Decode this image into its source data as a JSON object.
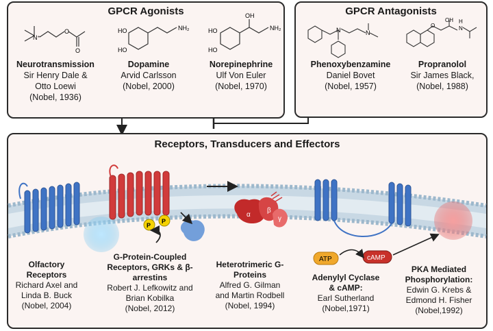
{
  "agonists": {
    "title": "GPCR Agonists",
    "items": [
      {
        "name": "Neurotransmission",
        "lines": [
          "Sir Henry Dale &",
          "Otto Loewi",
          "(Nobel, 1936)"
        ]
      },
      {
        "name": "Dopamine",
        "lines": [
          "Arvid Carlsson",
          "(Nobel, 2000)"
        ]
      },
      {
        "name": "Norepinephrine",
        "lines": [
          "Ulf Von Euler",
          "(Nobel, 1970)"
        ]
      }
    ],
    "chem_labels": {
      "ho": "HO",
      "nh2": "NH₂",
      "oh": "OH",
      "o": "O",
      "nplus": "N⁺"
    }
  },
  "antagonists": {
    "title": "GPCR Antagonists",
    "items": [
      {
        "name": "Phenoxybenzamine",
        "lines": [
          "Daniel Bovet",
          "(Nobel, 1957)"
        ]
      },
      {
        "name": "Propranolol",
        "lines": [
          "Sir James Black,",
          "(Nobel, 1988)"
        ]
      }
    ],
    "chem_labels": {
      "n": "N",
      "oh": "OH",
      "o": "O",
      "h": "H",
      "nh": "N"
    }
  },
  "receptors": {
    "title": "Receptors, Transducers and Effectors",
    "protein_labels": {
      "alpha": "α",
      "beta": "β",
      "gamma": "γ",
      "p": "P",
      "atp": "ATP",
      "camp": "cAMP"
    },
    "items": [
      {
        "name_lines": [
          "Olfactory",
          "Receptors"
        ],
        "lines": [
          "Richard Axel and",
          "Linda B. Buck",
          "(Nobel, 2004)"
        ]
      },
      {
        "name_lines": [
          "G-Protein-Coupled",
          "Receptors, GRKs & β-",
          "arrestins"
        ],
        "lines": [
          "Robert J. Lefkowitz and",
          "Brian Kobilka",
          "(Nobel, 2012)"
        ]
      },
      {
        "name_lines": [
          "Heterotrimeric G-",
          "Proteins"
        ],
        "lines": [
          "Alfred G. Gilman",
          "and Martin Rodbell",
          "(Nobel, 1994)"
        ]
      },
      {
        "name_lines": [
          "Adenylyl Cyclase",
          "& cAMP:"
        ],
        "lines": [
          "Earl Sutherland",
          "(Nobel,1971)"
        ]
      },
      {
        "name_lines": [
          "PKA Mediated",
          "Phosphorylation:"
        ],
        "lines": [
          "Edwin G. Krebs &",
          "Edmond H. Fisher",
          "(Nobel,1992)"
        ]
      }
    ]
  },
  "colors": {
    "receptor_blue": "#3f73c4",
    "receptor_red": "#d13b3b",
    "membrane": "#aec6d8",
    "panel_bg": "#fbf4f2",
    "atp": "#f0a82c",
    "camp": "#c8312a"
  }
}
